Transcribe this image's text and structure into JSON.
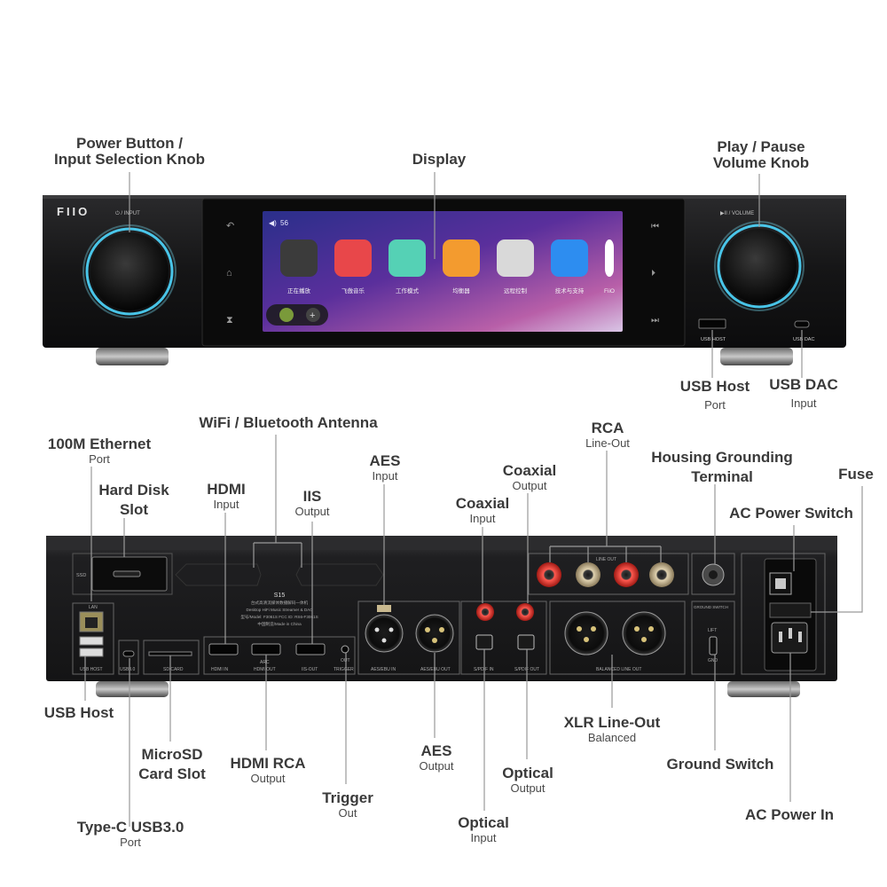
{
  "front": {
    "brand": "FIIO",
    "left_knob_text": "⏻ / INPUT",
    "right_knob_text": "▶II / VOLUME",
    "usb_host_tag": "USB HOST",
    "usb_dac_tag": "USB DAC",
    "screen": {
      "status": "56",
      "apps": [
        {
          "label": "正在播放",
          "icon": "record-icon",
          "color": "#3b3b3b"
        },
        {
          "label": "飞傲音乐",
          "icon": "music-note-icon",
          "color": "#e8474a"
        },
        {
          "label": "工作模式",
          "icon": "dots-icon",
          "color": "#55d1b5"
        },
        {
          "label": "均衡器",
          "icon": "equalizer-icon",
          "color": "#f39b2f"
        },
        {
          "label": "远程控制",
          "icon": "grid-icon",
          "color": "#d9d9d9"
        },
        {
          "label": "技术与支持",
          "icon": "gear-icon",
          "color": "#2d8df0"
        },
        {
          "label": "FiiO",
          "icon": "partial-icon",
          "color": "#ffffff"
        }
      ]
    }
  },
  "rear": {
    "ssd_tag": "SSD",
    "lan_tag": "LAN",
    "usb_host_tag": "USB HOST",
    "usb3_tag": "USB3.0",
    "sd_tag": "SD CARD",
    "hdmi_in_tag": "HDMI IN",
    "hdmi_out_tag": "HDMI OUT",
    "iis_out_tag": "IIS-OUT",
    "trigger_tag": "TRIGGER",
    "aes_in_tag": "AES/EBU IN",
    "aes_out_tag": "AES/EBU OUT",
    "spdif_in_tag": "S/PDIF IN",
    "spdif_out_tag": "S/PDIF OUT",
    "line_out_tag": "LINE OUT",
    "balanced_tag": "BALANCED LINE OUT",
    "ground_tag": "GROUND SWITCH",
    "lift_tag": "LIFT",
    "gnd_tag": "GND",
    "arc_tag": "ARC",
    "out_tag": "OUT",
    "model_lines": [
      "S15",
      "台式高清流媒体数播解码一体机",
      "Desktop HiFi Music Streamer & DAC",
      "型号/Model: F3061S     FCC ID: RS6-F3061S",
      "中国制造/Made in China"
    ]
  },
  "callouts": {
    "power_button": {
      "title": "Power Button /\nInput Selection Knob",
      "sub": ""
    },
    "display": {
      "title": "Display",
      "sub": ""
    },
    "play_pause": {
      "title": "Play / Pause\nVolume Knob",
      "sub": ""
    },
    "usb_host_front": {
      "title": "USB Host",
      "sub": "Port"
    },
    "usb_dac": {
      "title": "USB DAC",
      "sub": "Input"
    },
    "ethernet": {
      "title": "100M Ethernet",
      "sub": "Port"
    },
    "wifi": {
      "title": "WiFi / Bluetooth Antenna",
      "sub": ""
    },
    "hard_disk": {
      "title": "Hard Disk\nSlot",
      "sub": ""
    },
    "hdmi_input": {
      "title": "HDMI",
      "sub": "Input"
    },
    "iis_output": {
      "title": "IIS",
      "sub": "Output"
    },
    "aes_input": {
      "title": "AES",
      "sub": "Input"
    },
    "coaxial_input": {
      "title": "Coaxial",
      "sub": "Input"
    },
    "coaxial_output": {
      "title": "Coaxial",
      "sub": "Output"
    },
    "rca": {
      "title": "RCA",
      "sub": "Line-Out"
    },
    "grounding": {
      "title": "Housing Grounding\nTerminal",
      "sub": ""
    },
    "fuse": {
      "title": "Fuse",
      "sub": ""
    },
    "ac_switch": {
      "title": "AC Power Switch",
      "sub": ""
    },
    "usb_host_rear": {
      "title": "USB Host",
      "sub": ""
    },
    "microsd": {
      "title": "MicroSD\nCard Slot",
      "sub": ""
    },
    "hdmi_rca": {
      "title": "HDMI RCA",
      "sub": "Output"
    },
    "trigger": {
      "title": "Trigger",
      "sub": "Out"
    },
    "aes_output": {
      "title": "AES",
      "sub": "Output"
    },
    "optical_input": {
      "title": "Optical",
      "sub": "Input"
    },
    "optical_output": {
      "title": "Optical",
      "sub": "Output"
    },
    "xlr": {
      "title": "XLR Line-Out",
      "sub": "Balanced"
    },
    "ground_switch": {
      "title": "Ground Switch",
      "sub": ""
    },
    "ac_power_in": {
      "title": "AC Power In",
      "sub": ""
    },
    "typec": {
      "title": "Type-C USB3.0",
      "sub": "Port"
    }
  }
}
